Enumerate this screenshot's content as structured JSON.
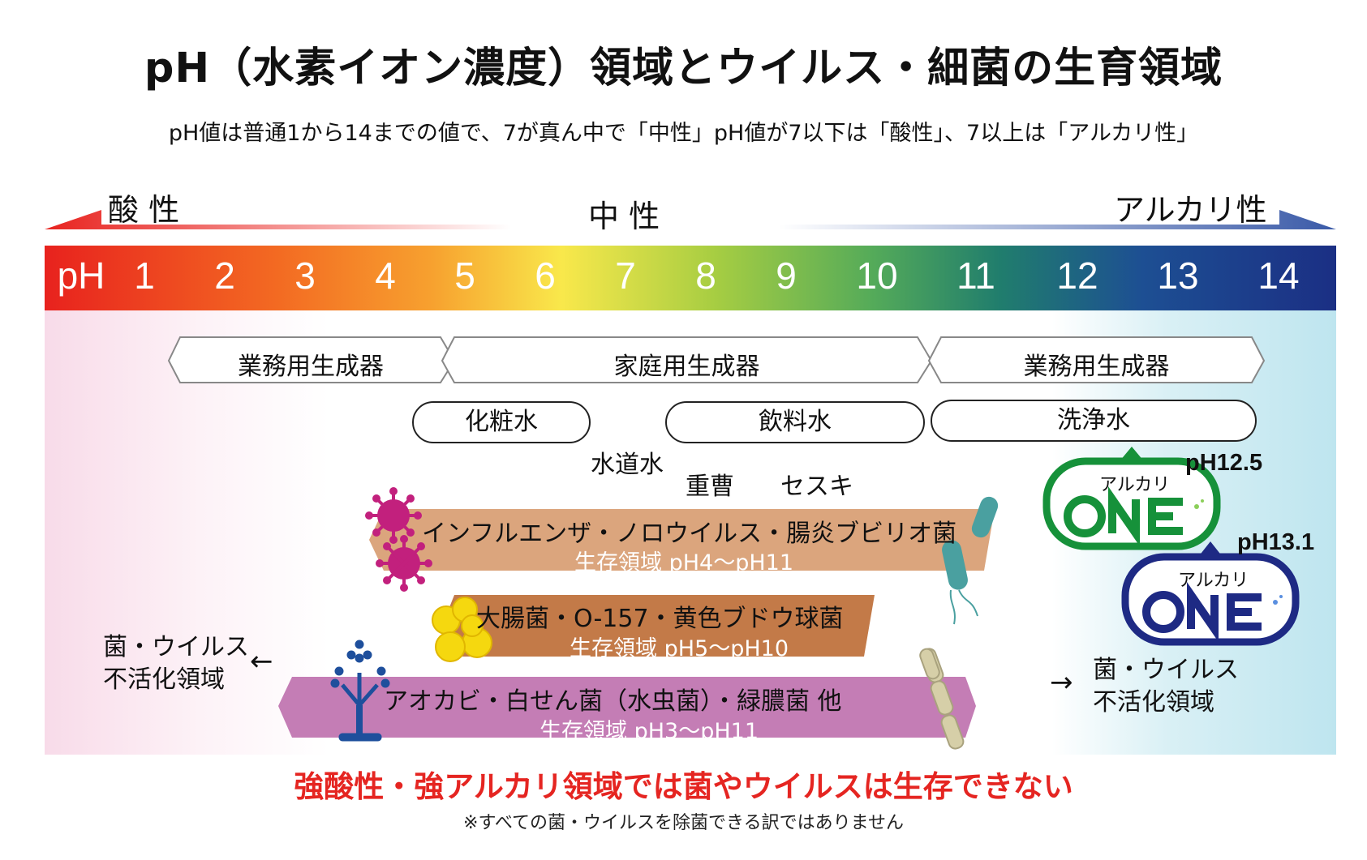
{
  "title": "pH（水素イオン濃度）領域とウイルス・細菌の生育領域",
  "subtitle": "pH値は普通1から14までの値で、7が真ん中で「中性」pH値が7以下は「酸性」、7以上は「アルカリ性」",
  "scale": {
    "acid_label": "酸 性",
    "neutral_label": "中 性",
    "alkali_label": "アルカリ性",
    "ph_label": "pH",
    "ticks": [
      "1",
      "2",
      "3",
      "4",
      "5",
      "6",
      "7",
      "8",
      "9",
      "10",
      "11",
      "12",
      "13",
      "14"
    ]
  },
  "generators": [
    "業務用生成器",
    "家庭用生成器",
    "業務用生成器"
  ],
  "waters": {
    "cosmetic": "化粧水",
    "drinking": "飲料水",
    "cleaning": "洗浄水",
    "tap": "水道水",
    "baking_soda": "重曹",
    "sesquicarbonate": "セスキ"
  },
  "bands": [
    {
      "title": "インフルエンザ・ノロウイルス・腸炎ブビリオ菌",
      "sub": "生存領域 pH4〜pH11",
      "color": "#dba57d",
      "ph_min": 4,
      "ph_max": 11
    },
    {
      "title": "大腸菌・O-157・黄色ブドウ球菌",
      "sub": "生存領域 pH5〜pH10",
      "color": "#c37a48",
      "ph_min": 5,
      "ph_max": 10
    },
    {
      "title": "アオカビ・白せん菌（水虫菌）・緑膿菌 他",
      "sub": "生存領域 pH3〜pH11",
      "color": "#c47db5",
      "ph_min": 3,
      "ph_max": 11
    }
  ],
  "inactivation": {
    "left_line1": "菌・ウイルス",
    "left_line2": "不活化領域",
    "right_line1": "菌・ウイルス",
    "right_line2": "不活化領域",
    "left_arrow": "←",
    "right_arrow": "→"
  },
  "products": [
    {
      "label": "アルカリ",
      "logo": "ONE",
      "ph": "pH12.5",
      "color": "#16913a"
    },
    {
      "label": "アルカリ",
      "logo": "ONE",
      "ph": "pH13.1",
      "color": "#1e2a84"
    }
  ],
  "conclusion": "強酸性・強アルカリ領域では菌やウイルスは生存できない",
  "note": "※すべての菌・ウイルスを除菌できる訳ではありません"
}
